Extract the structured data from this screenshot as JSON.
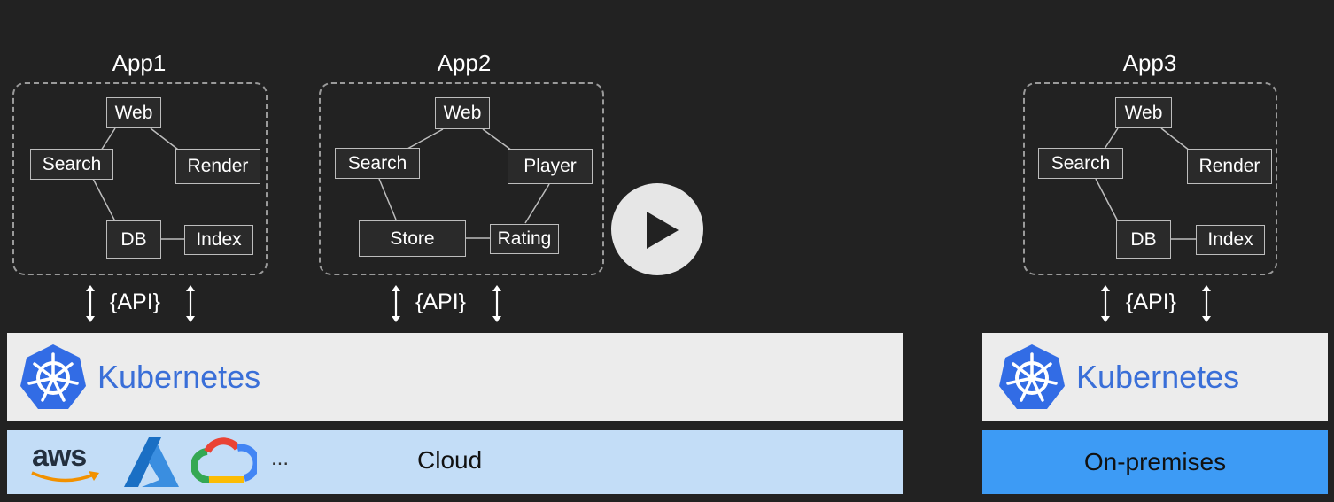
{
  "apps": [
    {
      "title": "App1",
      "nodes": [
        "Web",
        "Search",
        "Render",
        "DB",
        "Index"
      ]
    },
    {
      "title": "App2",
      "nodes": [
        "Web",
        "Search",
        "Player",
        "Store",
        "Rating"
      ]
    },
    {
      "title": "App3",
      "nodes": [
        "Web",
        "Search",
        "Render",
        "DB",
        "Index"
      ]
    }
  ],
  "api_label": "{API}",
  "platform_label": "Kubernetes",
  "cloud": {
    "label": "Cloud",
    "aws_label": "aws",
    "ellipsis": "..."
  },
  "onprem_label": "On-premises",
  "colors": {
    "background": "#222222",
    "kubernetes_blue": "#326ce5",
    "cloud_bar": "#c3ddf7",
    "onprem_bar": "#3d9bf5"
  },
  "icons": [
    "kubernetes-logo-icon",
    "aws-logo-icon",
    "azure-logo-icon",
    "google-cloud-logo-icon",
    "play-icon"
  ]
}
